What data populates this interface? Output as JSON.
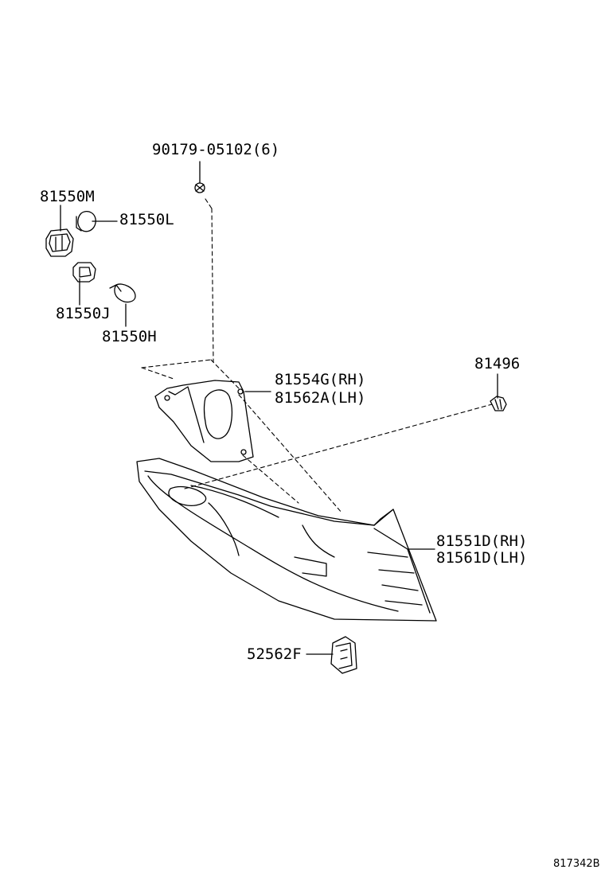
{
  "diagram": {
    "reference_id": "817342B",
    "parts": [
      {
        "key": "screw",
        "number": "90179-05102(6)"
      },
      {
        "key": "socket-m",
        "number": "81550M"
      },
      {
        "key": "bulb-l",
        "number": "81550L"
      },
      {
        "key": "socket-j",
        "number": "81550J"
      },
      {
        "key": "bulb-h",
        "number": "81550H"
      },
      {
        "key": "gasket",
        "number": "81554G(RH)",
        "number_alt": "81562A(LH)"
      },
      {
        "key": "clip",
        "number": "81496"
      },
      {
        "key": "lamp",
        "number": "81551D(RH)",
        "number_alt": "81561D(LH)"
      },
      {
        "key": "bracket",
        "number": "52562F"
      }
    ]
  },
  "colors": {
    "ink": "#000000",
    "background": "#ffffff"
  }
}
